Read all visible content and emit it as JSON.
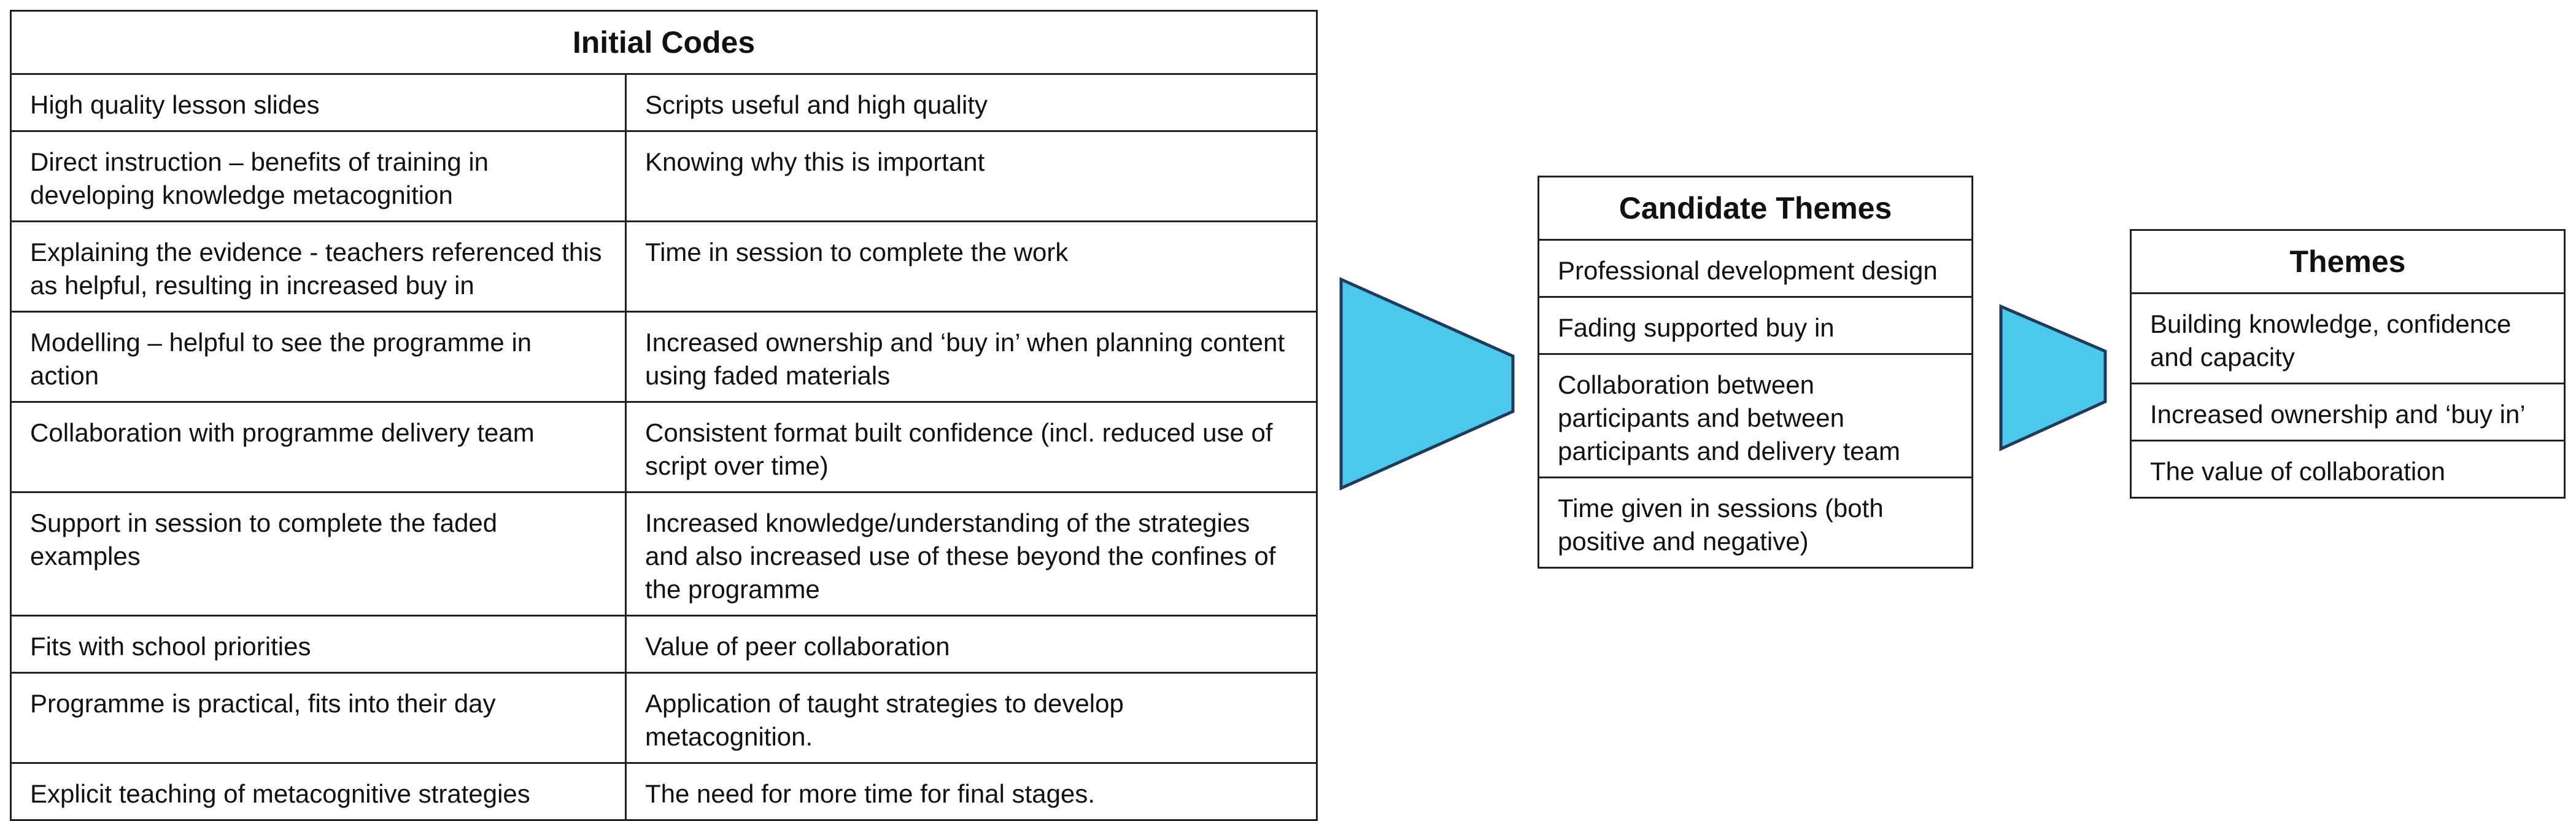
{
  "initial_codes": {
    "title": "Initial Codes",
    "rows": [
      [
        "High quality lesson slides",
        "Scripts useful and high quality"
      ],
      [
        "Direct instruction – benefits of training in developing knowledge metacognition",
        "Knowing why this is important"
      ],
      [
        "Explaining the evidence - teachers referenced this as helpful, resulting in increased buy in",
        "Time in session to complete the work"
      ],
      [
        "Modelling – helpful to see the programme in action",
        "Increased ownership and ‘buy in’ when planning content using faded materials"
      ],
      [
        "Collaboration with programme delivery team",
        "Consistent format built confidence (incl. reduced use of script over time)"
      ],
      [
        "Support in session to complete the faded examples",
        "Increased knowledge/understanding of the strategies and also increased use of these beyond the confines of the programme"
      ],
      [
        "Fits with school priorities",
        "Value of peer collaboration"
      ],
      [
        "Programme is practical, fits into their day",
        "Application of taught strategies to develop metacognition."
      ],
      [
        "Explicit teaching of metacognitive strategies",
        "The need for more time for final stages."
      ]
    ]
  },
  "candidate_themes": {
    "title": "Candidate Themes",
    "items": [
      "Professional development design",
      "Fading supported buy in",
      "Collaboration between participants and between participants and delivery team",
      "Time given in sessions (both positive and negative)"
    ]
  },
  "themes": {
    "title": "Themes",
    "items": [
      "Building knowledge, confidence and capacity",
      "Increased ownership and ‘buy in’",
      "The value of collaboration"
    ]
  },
  "colors": {
    "arrow_fill": "#4CC8EA",
    "arrow_stroke": "#1F3A5A",
    "border": "#222222"
  }
}
